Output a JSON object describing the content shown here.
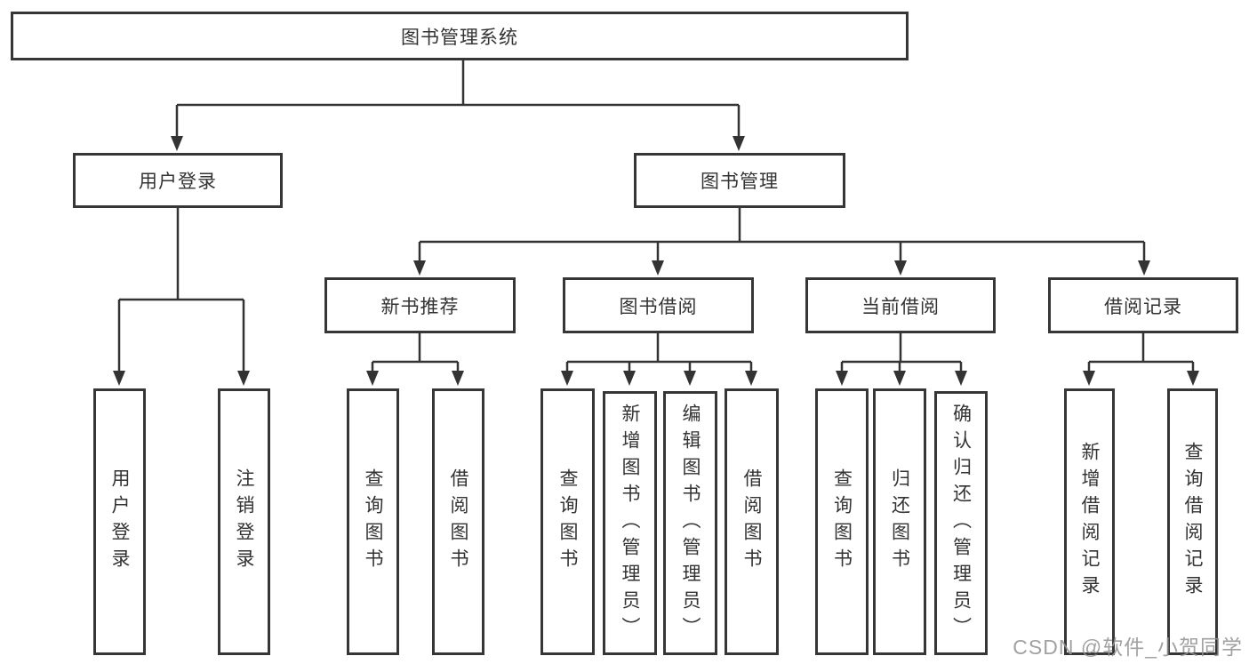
{
  "colors": {
    "line": "#333333",
    "box_border": "#363636",
    "box_fill": "#ffffff",
    "text": "#333333",
    "watermark": "#949494",
    "background": "#ffffff"
  },
  "root": {
    "label": "图书管理系统"
  },
  "groups": [
    {
      "label": "用户登录",
      "children": [
        {
          "label": "用户登录"
        },
        {
          "label": "注销登录"
        }
      ]
    },
    {
      "label": "图书管理",
      "sections": [
        {
          "label": "新书推荐",
          "children": [
            {
              "label": "查询图书"
            },
            {
              "label": "借阅图书"
            }
          ]
        },
        {
          "label": "图书借阅",
          "children": [
            {
              "label": "查询图书"
            },
            {
              "label": "新增图书（管理员）"
            },
            {
              "label": "编辑图书（管理员）"
            },
            {
              "label": "借阅图书"
            }
          ]
        },
        {
          "label": "当前借阅",
          "children": [
            {
              "label": "查询图书"
            },
            {
              "label": "归还图书"
            },
            {
              "label": "确认归还（管理员）"
            }
          ]
        },
        {
          "label": "借阅记录",
          "children": [
            {
              "label": "新增借阅记录"
            },
            {
              "label": "查询借阅记录"
            }
          ]
        }
      ]
    }
  ],
  "watermark": {
    "text": "CSDN @软件_小贺同学"
  }
}
